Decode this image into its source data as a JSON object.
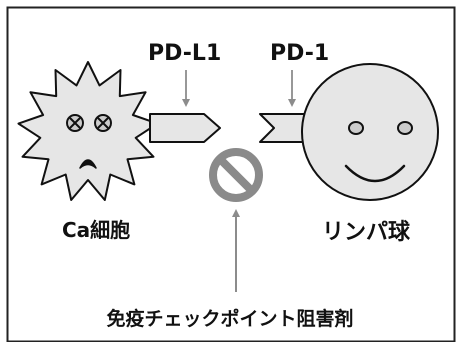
{
  "labels": {
    "pd_l1": "PD-L1",
    "pd_1": "PD-1",
    "cancer_cell": "Ca細胞",
    "lymphocyte": "リンパ球",
    "inhibitor": "免疫チェックポイント阻害剤"
  },
  "icons": {
    "block": "no-entry-icon"
  },
  "colors": {
    "cell_fill": "#e6e6e6",
    "outline": "#111111",
    "arrow": "#8c8c8c",
    "block_symbol": "#8a8a8a",
    "frame": "#222222"
  }
}
